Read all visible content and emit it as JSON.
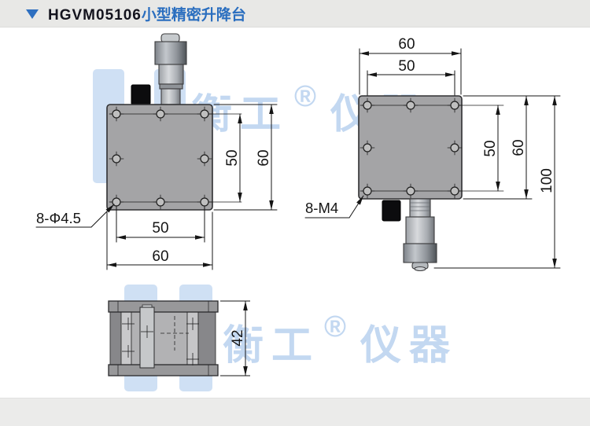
{
  "header": {
    "model": "HGVM05106",
    "product": "小型精密升降台"
  },
  "watermark": {
    "brand": "衡工",
    "registered": "®",
    "suffix": "仪器"
  },
  "front_view": {
    "hole_label": "8-Φ4.5",
    "dim_hole_span_v": "50",
    "dim_height": "60",
    "dim_hole_span_h": "50",
    "dim_width": "60"
  },
  "bottom_view": {
    "hole_label": "8-M4",
    "dim_width": "60",
    "dim_hole_span_h": "50",
    "dim_hole_span_v": "50",
    "dim_height": "60",
    "dim_total_height": "100"
  },
  "side_view": {
    "dim_height": "42"
  },
  "colors": {
    "accent_blue": "#2a6ebf",
    "watermark_blue": "#c3d8f1",
    "plate_gray": "#a4a4a6"
  }
}
